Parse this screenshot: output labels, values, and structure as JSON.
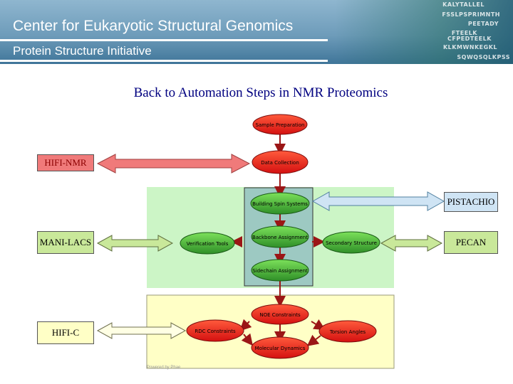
{
  "header": {
    "title": "Center for Eukaryotic Structural Genomics",
    "subtitle": "Protein Structure Initiative",
    "sequence_lines": [
      "KALYTALLEL",
      "FSSLPSPRIMNTH",
      "PEETADY",
      "FTEELK",
      "CFPEDTEELK",
      "KLKMWNKEGKL",
      "SQWQSQLKPSS"
    ]
  },
  "back_link": "Back to Automation Steps in NMR Proteomics",
  "steps": {
    "sample_preparation": "Sample Preparation",
    "data_collection": "Data Collection",
    "building_spin_systems": "Building Spin Systems",
    "backbone_assignment": "Backbone Assignment",
    "sidechain_assignment": "Sidechain Assignment",
    "noe_constraints": "NOE Constraints",
    "molecular_dynamics": "Molecular Dynamics",
    "verification_tools": "Verification Tools",
    "secondary_structure": "Secondary Structure",
    "rdc_constraints": "RDC Constraints",
    "torsion_angles": "Torsion Angles"
  },
  "tools": {
    "hifi_nmr": "HIFI-NMR",
    "mani_lacs": "MANI-LACS",
    "hifi_c": "HIFI-C",
    "pistachio": "PISTACHIO",
    "pecan": "PECAN"
  },
  "footer_note": "Powered by Phae",
  "colors": {
    "node_fill": "#e8221b",
    "node_green": "#2f8f28",
    "arrow_red": "#f07a7a",
    "arrow_green": "#c9e89a",
    "arrow_blue": "#cfe4f4",
    "green_region": "#ccf5c6",
    "yellow_region": "#ffffc6",
    "teal_column": "#9dc9c2"
  }
}
